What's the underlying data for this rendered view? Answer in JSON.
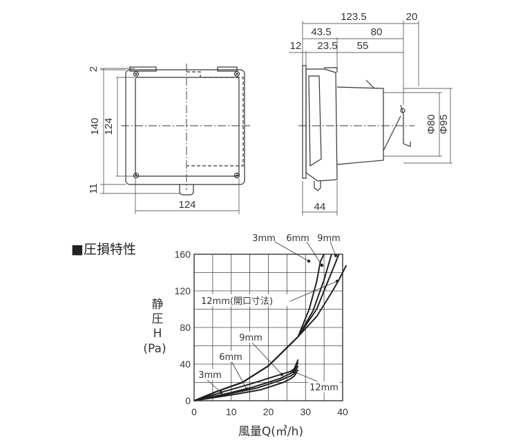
{
  "front_view": {
    "dim_top_gap": "2",
    "dim_height_outer": "140",
    "dim_height_inner": "124",
    "dim_bottom_tab": "11",
    "dim_width": "124"
  },
  "side_view": {
    "dim_total": "123.5",
    "dim_flange": "20",
    "dim_front_depth": "43.5",
    "dim_duct": "80",
    "dim_cover": "12",
    "dim_body": "23.5",
    "dim_spigot": "55",
    "dim_phi80": "Φ80",
    "dim_phi95": "Φ95",
    "dim_bottom": "44"
  },
  "chart_title": "■圧損特性",
  "chart_data": {
    "type": "line",
    "xlabel": "風量Q(㎥/h)",
    "ylabel": [
      "静",
      "圧",
      "H",
      "(Pa)"
    ],
    "xlim": [
      0,
      40
    ],
    "ylim": [
      0,
      160
    ],
    "x_ticks": [
      "0",
      "10",
      "20",
      "30",
      "40"
    ],
    "y_ticks": [
      "0",
      "40",
      "80",
      "120",
      "160"
    ],
    "grid": true,
    "series": [
      {
        "name": "3mm",
        "group": "closed",
        "points": [
          [
            0,
            0
          ],
          [
            6,
            10
          ],
          [
            13,
            20
          ],
          [
            20,
            38
          ],
          [
            26,
            62
          ],
          [
            28,
            70
          ],
          [
            31,
            100
          ],
          [
            33,
            130
          ],
          [
            34,
            152
          ],
          [
            35,
            160
          ]
        ]
      },
      {
        "name": "6mm",
        "group": "closed",
        "points": [
          [
            0,
            0
          ],
          [
            6,
            10
          ],
          [
            13,
            20
          ],
          [
            20,
            38
          ],
          [
            26,
            62
          ],
          [
            28,
            70
          ],
          [
            32,
            98
          ],
          [
            35,
            132
          ],
          [
            36,
            146
          ],
          [
            37,
            160
          ]
        ]
      },
      {
        "name": "9mm",
        "group": "closed",
        "points": [
          [
            0,
            0
          ],
          [
            6,
            10
          ],
          [
            13,
            20
          ],
          [
            20,
            38
          ],
          [
            26,
            62
          ],
          [
            28,
            70
          ],
          [
            33,
            100
          ],
          [
            36,
            130
          ],
          [
            38,
            150
          ],
          [
            39,
            160
          ]
        ]
      },
      {
        "name": "12mm(開口寸法)",
        "group": "closed",
        "points": [
          [
            0,
            0
          ],
          [
            6,
            10
          ],
          [
            13,
            20
          ],
          [
            20,
            38
          ],
          [
            26,
            62
          ],
          [
            28,
            70
          ],
          [
            33,
            92
          ],
          [
            37,
            118
          ],
          [
            39,
            132
          ],
          [
            41,
            148
          ]
        ]
      },
      {
        "name": "3mm",
        "group": "open",
        "points": [
          [
            0,
            0
          ],
          [
            8,
            10
          ],
          [
            15,
            18
          ],
          [
            22,
            27
          ],
          [
            26,
            32
          ],
          [
            27,
            35
          ],
          [
            28,
            45
          ]
        ]
      },
      {
        "name": "6mm",
        "group": "open",
        "points": [
          [
            0,
            0
          ],
          [
            10,
            9
          ],
          [
            16,
            15
          ],
          [
            23,
            24
          ],
          [
            26,
            30
          ],
          [
            27,
            33
          ],
          [
            28,
            42
          ]
        ]
      },
      {
        "name": "9mm",
        "group": "open",
        "points": [
          [
            0,
            0
          ],
          [
            10,
            8
          ],
          [
            17,
            14
          ],
          [
            23,
            22
          ],
          [
            26,
            27
          ],
          [
            27,
            30
          ],
          [
            28,
            38
          ]
        ]
      },
      {
        "name": "12mm",
        "group": "open",
        "points": [
          [
            0,
            0
          ],
          [
            11,
            7
          ],
          [
            18,
            12
          ],
          [
            24,
            20
          ],
          [
            26,
            24
          ],
          [
            27,
            27
          ],
          [
            28,
            34
          ]
        ]
      }
    ],
    "annotations": {
      "top_3mm": "3mm",
      "top_6mm": "6mm",
      "top_9mm": "9mm",
      "mid_12mm": "12mm(開口寸法)",
      "low_9mm": "9mm",
      "low_6mm": "6mm",
      "low_3mm": "3mm",
      "low_12mm": "12mm"
    }
  }
}
